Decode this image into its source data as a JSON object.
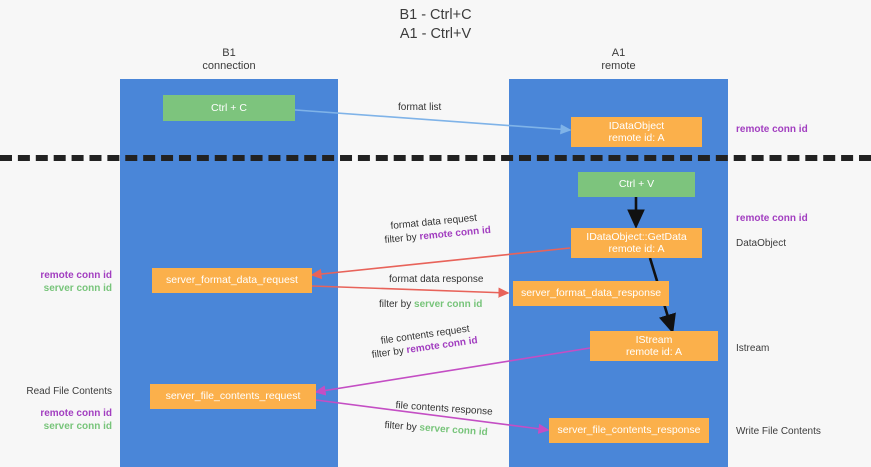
{
  "title": {
    "line1": "B1 - Ctrl+C",
    "line2": "A1 - Ctrl+V"
  },
  "columns": [
    {
      "id": "b1",
      "line1": "B1",
      "line2": "connection",
      "color": "#4a86d8"
    },
    {
      "id": "a1",
      "line1": "A1",
      "line2": "remote",
      "color": "#4a86d8"
    }
  ],
  "nodes": {
    "ctrl_c": "Ctrl + C",
    "ctrl_v": "Ctrl + V",
    "idataobject": {
      "line1": "IDataObject",
      "line2": "remote id: A"
    },
    "idataobject_getdata": {
      "line1": "IDataObject::GetData",
      "line2": "remote id: A"
    },
    "istream": {
      "line1": "IStream",
      "line2": "remote id: A"
    },
    "server_format_data_request": "server_format_data_request",
    "server_format_data_response": "server_format_data_response",
    "server_file_contents_request": "server_file_contents_request",
    "server_file_contents_response": "server_file_contents_response"
  },
  "arrow_labels": {
    "format_list": "format list",
    "format_data_request": "format data request",
    "format_data_request_filter_prefix": "filter by ",
    "format_data_request_filter_key": "remote conn id",
    "format_data_response": "format data response",
    "format_data_response_filter_prefix": "filter by ",
    "format_data_response_filter_key": "server conn id",
    "file_contents_request": "file contents request",
    "file_contents_request_filter_prefix": "filter by ",
    "file_contents_request_filter_key": "remote conn id",
    "file_contents_response": "file contents response",
    "file_contents_response_filter_prefix": "filter by ",
    "file_contents_response_filter_key": "server conn id"
  },
  "right_labels": {
    "remote_conn_id_top": "remote conn id",
    "remote_conn_id_mid": "remote conn id",
    "dataobject": "DataObject",
    "istream": "Istream",
    "write_file_contents": "Write File Contents"
  },
  "left_labels": {
    "remote_conn_id_1": "remote conn id",
    "server_conn_id_1": "server conn id",
    "read_file_contents": "Read File Contents",
    "remote_conn_id_2": "remote conn id",
    "server_conn_id_2": "server conn id"
  },
  "colors": {
    "column": "#4a86d8",
    "green_node": "#7dc47d",
    "orange_node": "#fbb04b",
    "purple_text": "#a23ec0",
    "green_text": "#77c47a",
    "arrow_blue": "#7fb3e8",
    "arrow_red": "#e8635a",
    "arrow_magenta": "#c44ec4",
    "arrow_black": "#111111",
    "divider": "#222222"
  }
}
